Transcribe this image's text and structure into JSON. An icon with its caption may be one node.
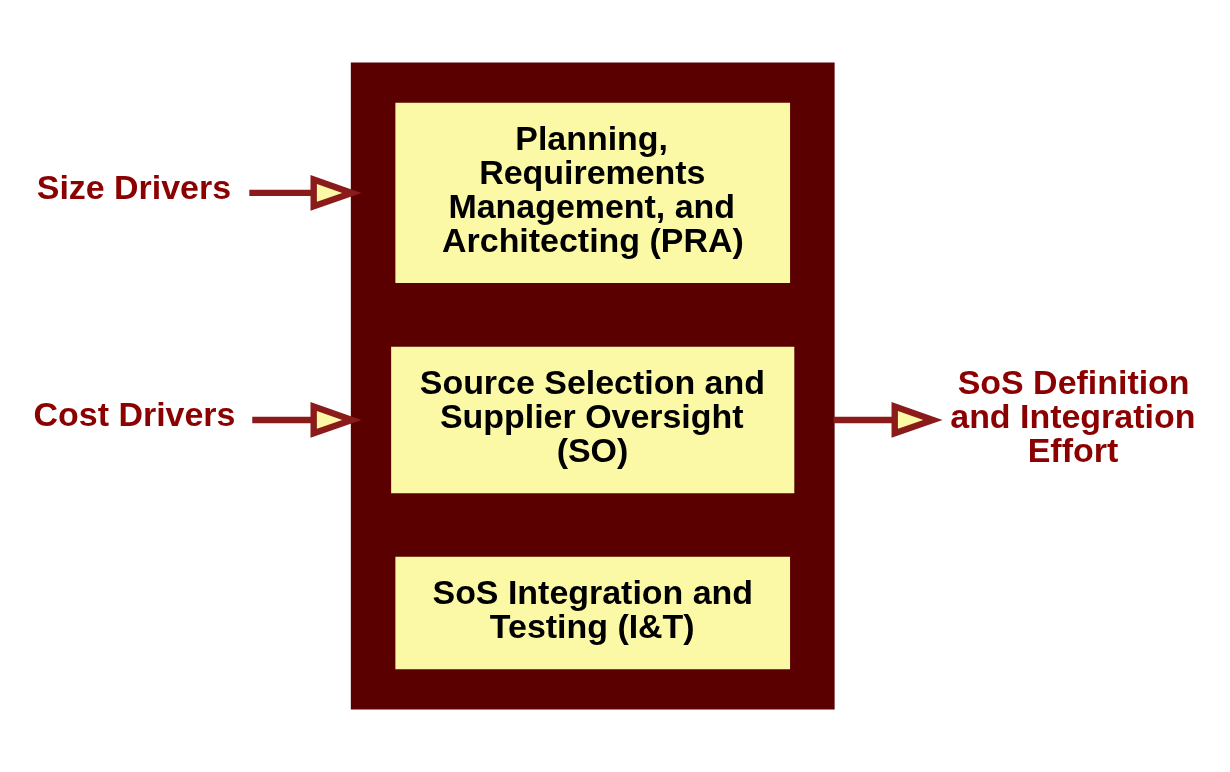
{
  "diagram": {
    "nodes": [
      {
        "text": [
          "Size Drivers"
        ]
      },
      {
        "text": [
          "Cost Drivers"
        ]
      },
      {
        "text": [],
        "shape": "box"
      },
      {
        "text": [
          "Planning, Requirements Management, and Architecting (PRA)"
        ],
        "in": 2
      },
      {
        "text": [
          "Source Selection and Supplier Oversight (SO)"
        ],
        "in": 2
      },
      {
        "text": [
          "SoS Integration and Testing (I&T)"
        ],
        "in": 2
      },
      {
        "text": [
          "SoS Definition and Integration Effort"
        ]
      }
    ],
    "edges": [
      {
        "from": 0,
        "to": 2,
        "arrow": "to"
      },
      {
        "from": 1,
        "to": 2,
        "arrow": "to"
      },
      {
        "from": 2,
        "to": 6,
        "arrow": "to"
      }
    ]
  }
}
